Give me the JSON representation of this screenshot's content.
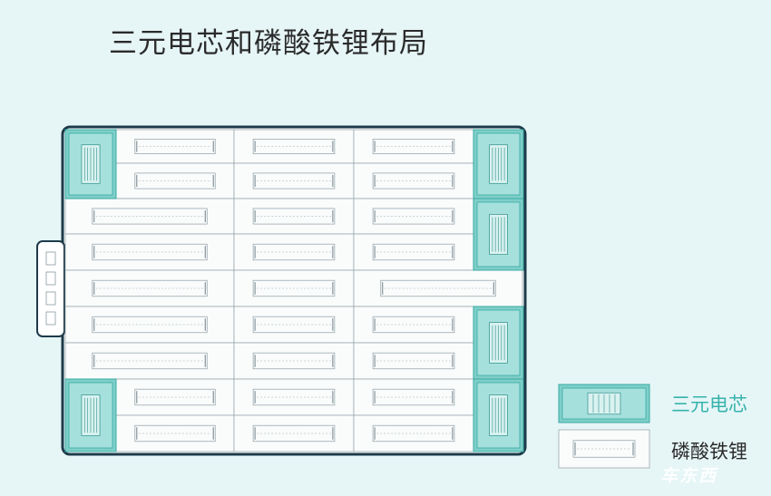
{
  "title": "三元电芯和磷酸铁锂布局",
  "legend": {
    "ncm_label": "三元电芯",
    "lfp_label": "磷酸铁锂"
  },
  "watermark": "车东西",
  "colors": {
    "background": "#e6f5f6",
    "pack_outline": "#1d3a4a",
    "ncm_fill": "#7ecfc9",
    "ncm_stroke": "#3aa9a3",
    "lfp_fill": "#fafcfc",
    "lfp_stroke": "#9aa7ad"
  }
}
